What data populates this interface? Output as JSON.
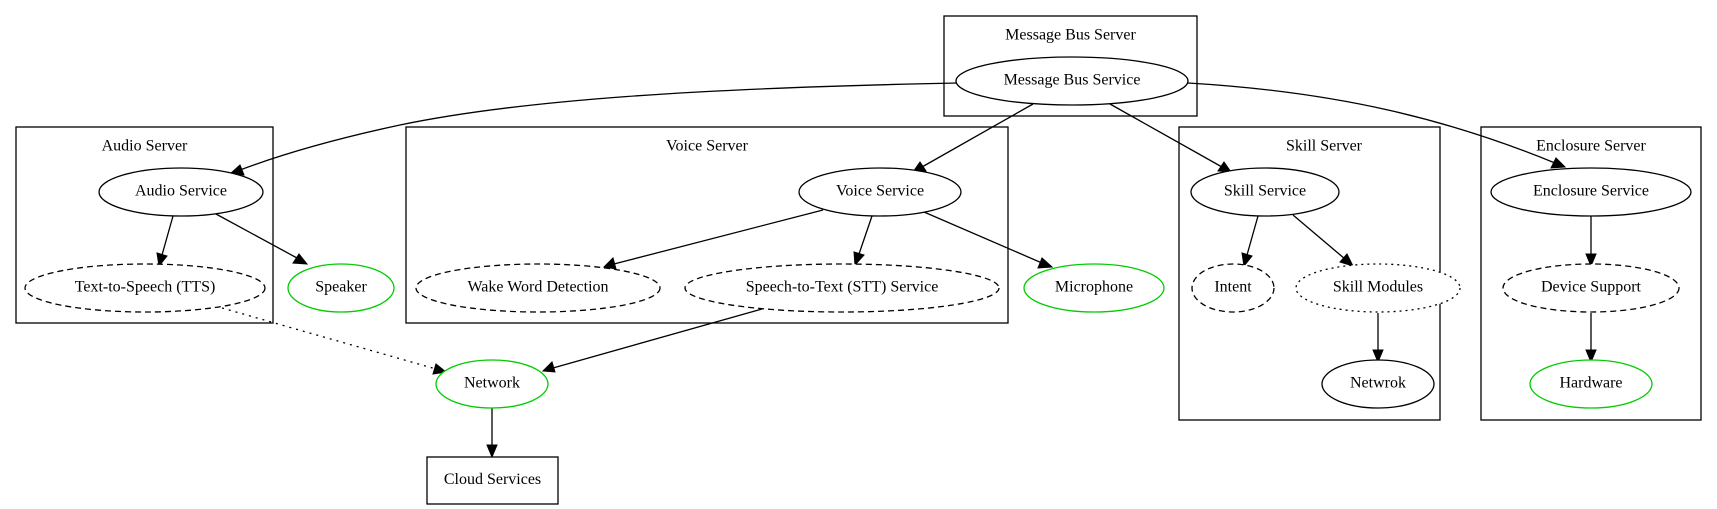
{
  "colors": {
    "line": "#000000",
    "hardware_outline": "#00cc00",
    "background": "#ffffff"
  },
  "clusters": {
    "message_bus": {
      "label": "Message Bus Server"
    },
    "audio": {
      "label": "Audio Server"
    },
    "voice": {
      "label": "Voice Server"
    },
    "skill": {
      "label": "Skill Server"
    },
    "enclosure": {
      "label": "Enclosure Server"
    }
  },
  "nodes": {
    "message_bus_service": {
      "label": "Message Bus Service",
      "style": "solid"
    },
    "audio_service": {
      "label": "Audio Service",
      "style": "solid"
    },
    "tts": {
      "label": "Text-to-Speech (TTS)",
      "style": "dashed"
    },
    "speaker": {
      "label": "Speaker",
      "style": "green"
    },
    "voice_service": {
      "label": "Voice Service",
      "style": "solid"
    },
    "wake_word": {
      "label": "Wake Word Detection",
      "style": "dashed"
    },
    "stt": {
      "label": "Speech-to-Text (STT) Service",
      "style": "dashed"
    },
    "microphone": {
      "label": "Microphone",
      "style": "green"
    },
    "skill_service": {
      "label": "Skill Service",
      "style": "solid"
    },
    "intent": {
      "label": "Intent",
      "style": "dashed"
    },
    "skill_modules": {
      "label": "Skill Modules",
      "style": "dotted"
    },
    "netwrok": {
      "label": "Netwrok",
      "style": "solid"
    },
    "enclosure_service": {
      "label": "Enclosure Service",
      "style": "solid"
    },
    "device_support": {
      "label": "Device Support",
      "style": "dashed"
    },
    "hardware": {
      "label": "Hardware",
      "style": "green"
    },
    "network": {
      "label": "Network",
      "style": "green"
    },
    "cloud_services": {
      "label": "Cloud Services",
      "style": "box"
    }
  },
  "edges": [
    {
      "from": "message_bus_service",
      "to": "audio_service",
      "style": "solid"
    },
    {
      "from": "message_bus_service",
      "to": "voice_service",
      "style": "solid"
    },
    {
      "from": "message_bus_service",
      "to": "skill_service",
      "style": "solid"
    },
    {
      "from": "message_bus_service",
      "to": "enclosure_service",
      "style": "solid"
    },
    {
      "from": "audio_service",
      "to": "tts",
      "style": "solid"
    },
    {
      "from": "audio_service",
      "to": "speaker",
      "style": "solid"
    },
    {
      "from": "voice_service",
      "to": "wake_word",
      "style": "solid"
    },
    {
      "from": "voice_service",
      "to": "stt",
      "style": "solid"
    },
    {
      "from": "voice_service",
      "to": "microphone",
      "style": "solid"
    },
    {
      "from": "skill_service",
      "to": "intent",
      "style": "solid"
    },
    {
      "from": "skill_service",
      "to": "skill_modules",
      "style": "solid"
    },
    {
      "from": "skill_modules",
      "to": "netwrok",
      "style": "solid"
    },
    {
      "from": "enclosure_service",
      "to": "device_support",
      "style": "solid"
    },
    {
      "from": "device_support",
      "to": "hardware",
      "style": "solid"
    },
    {
      "from": "tts",
      "to": "network",
      "style": "dotted"
    },
    {
      "from": "stt",
      "to": "network",
      "style": "solid"
    },
    {
      "from": "network",
      "to": "cloud_services",
      "style": "solid"
    }
  ]
}
